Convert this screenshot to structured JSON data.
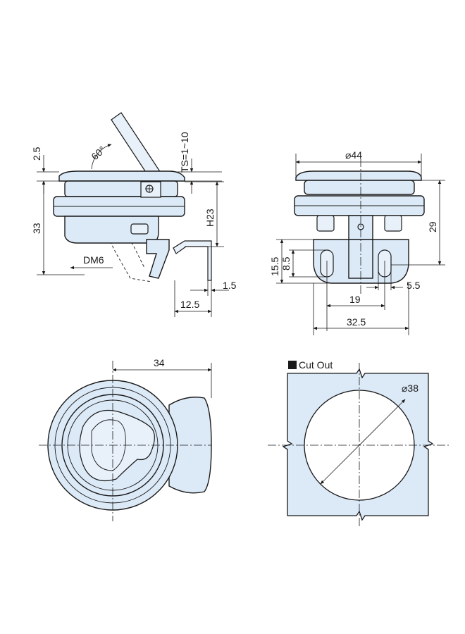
{
  "side_view": {
    "dim_top": "2.5",
    "dim_height": "33",
    "angle": "60°",
    "thickness": "TS=1~10",
    "dim_h23": "H23",
    "thread": "DM6",
    "dim_1_5": "1.5",
    "dim_12_5": "12.5"
  },
  "front_view": {
    "diameter": "⌀44",
    "dim_29": "29",
    "dim_15_5": "15.5",
    "dim_8_5": "8.5",
    "dim_5_5": "5.5",
    "dim_19": "19",
    "dim_32_5": "32.5"
  },
  "top_view": {
    "dim_34": "34"
  },
  "cutout": {
    "title": "Cut Out",
    "diameter": "⌀38"
  },
  "colors": {
    "fill": "#dce9f7",
    "stroke": "#1a1a1a"
  }
}
